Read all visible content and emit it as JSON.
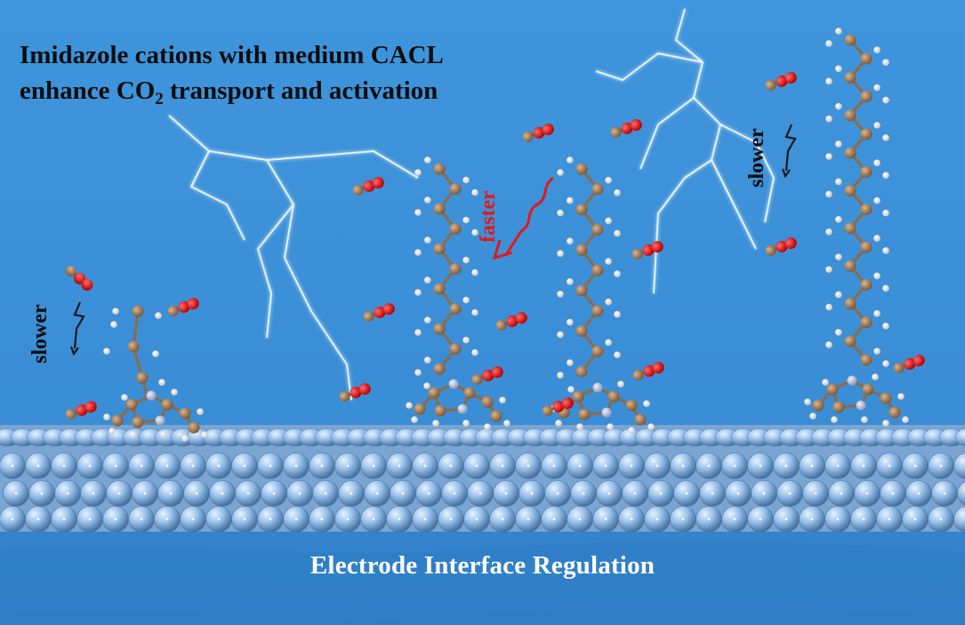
{
  "title": {
    "line1": "Imidazole cations with medium CACL",
    "line2_pre": "enhance CO",
    "line2_sub": "2",
    "line2_post": " transport and activation"
  },
  "labels": {
    "left_rate": "slower",
    "center_rate": "faster",
    "right_rate": "slower"
  },
  "footer": "Electrode Interface Regulation",
  "colors": {
    "background_top": "#3f95dc",
    "background_bottom": "#2f7cc6",
    "carbon": "#9a7452",
    "hydrogen": "#f2f2f2",
    "nitrogen": "#b9c2dc",
    "oxygen": "#e01a1a",
    "electrode": "#9ec3ea",
    "faster_color": "#e01a1a",
    "slower_color": "#0d0d0d",
    "lightning": "#e9f5ff"
  }
}
